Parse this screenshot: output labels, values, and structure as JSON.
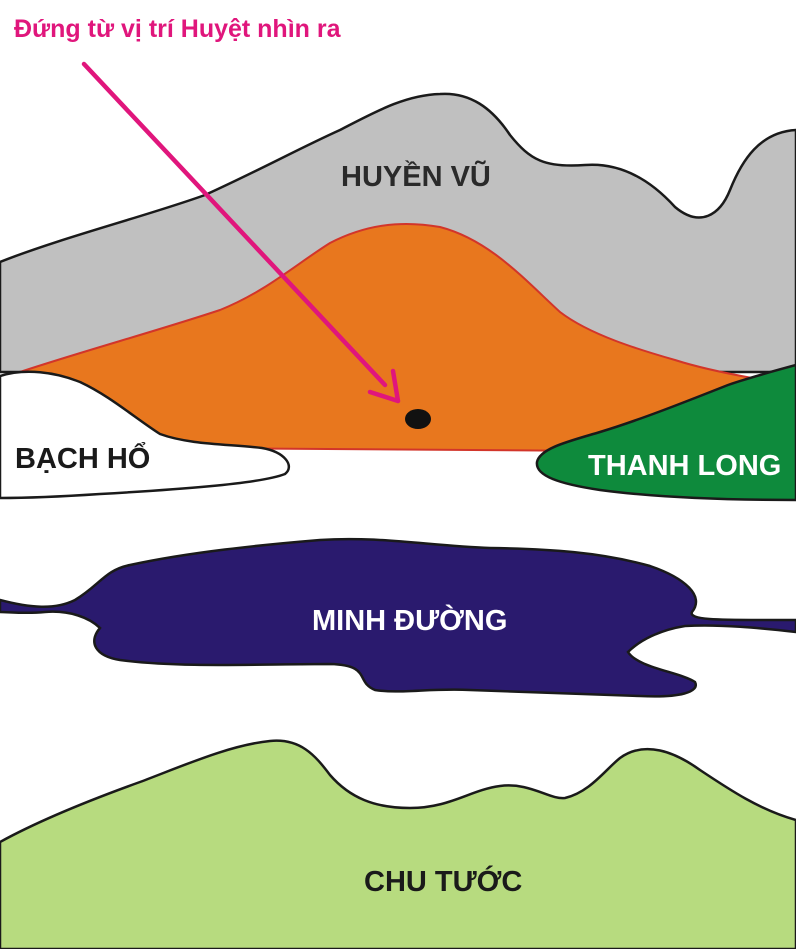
{
  "caption": "Đứng từ vị trí Huyệt nhìn ra",
  "regions": {
    "huyen_vu": "HUYỀN VŨ",
    "bach_ho": "BẠCH HỔ",
    "thanh_long": "THANH LONG",
    "minh_duong": "MINH ĐƯỜNG",
    "chu_tuoc": "CHU TƯỚC"
  },
  "colors": {
    "huyen_vu": "#c0c0c0",
    "huyet_mound": "#e8771e",
    "bach_ho": "#ffffff",
    "thanh_long": "#0e8a3c",
    "minh_duong": "#2a1a6e",
    "chu_tuoc": "#b7db7f",
    "caption_arrow": "#e0167c"
  }
}
